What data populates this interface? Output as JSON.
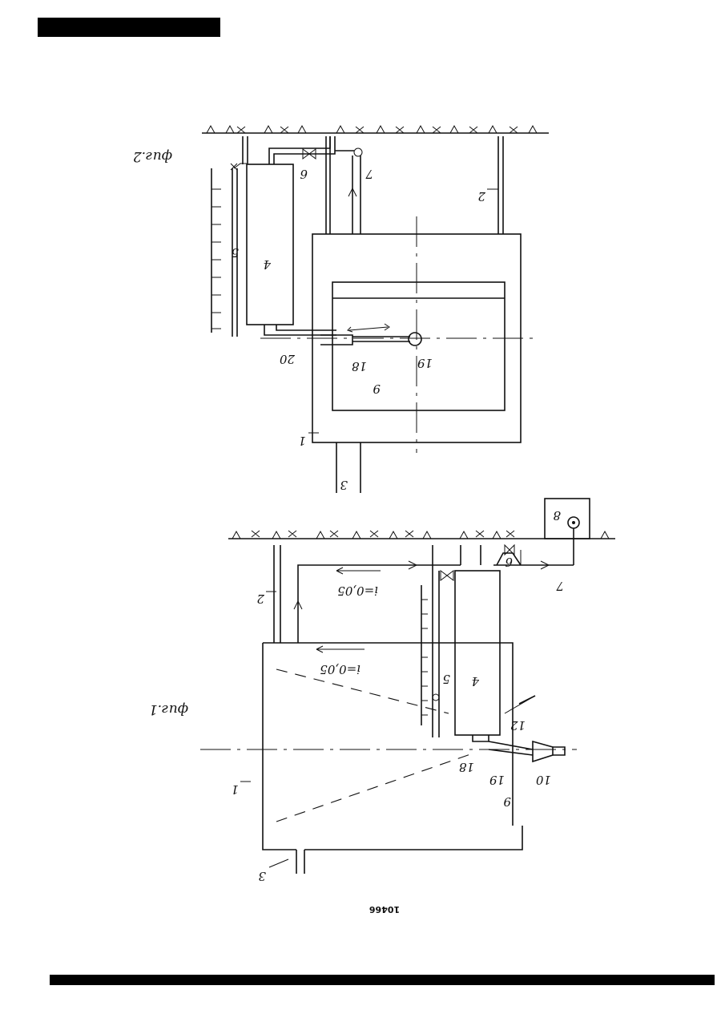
{
  "header": {
    "bar_color": "#000000"
  },
  "footer": {
    "document_number": "10466"
  },
  "fig2": {
    "caption": "фиг.2",
    "labels": {
      "l1": "1",
      "l2": "2",
      "l3": "3",
      "l4": "4",
      "l5": "5",
      "l6": "6",
      "l7": "7",
      "l9": "9",
      "l18": "18",
      "l19": "19",
      "l20": "20"
    }
  },
  "fig1": {
    "caption": "фиг.1",
    "slope_top": "i=0,05",
    "slope_inner": "i=0,05",
    "labels": {
      "l1": "1",
      "l2": "2",
      "l3": "3",
      "l4": "4",
      "l5": "5",
      "l6": "6",
      "l7": "7",
      "l8": "8",
      "l9": "9",
      "l10": "10",
      "l12": "12",
      "l18": "18",
      "l19": "19"
    }
  }
}
